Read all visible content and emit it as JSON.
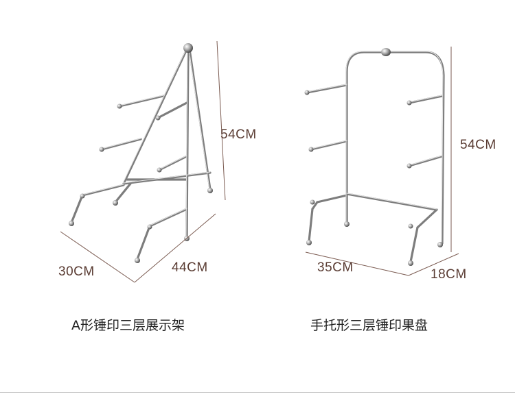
{
  "left_product": {
    "caption": "A形锤印三层展示架",
    "height_label": "54CM",
    "depth_label": "30CM",
    "width_label": "44CM"
  },
  "right_product": {
    "caption": "手托形三层锤印果盘",
    "height_label": "54CM",
    "width_label": "35CM",
    "depth_label": "18CM"
  },
  "colors": {
    "metal_light": "#e8e8e8",
    "metal_dark": "#8a8a8a",
    "dimension_line": "#7a5a50",
    "dimension_text": "#5a3c33"
  }
}
